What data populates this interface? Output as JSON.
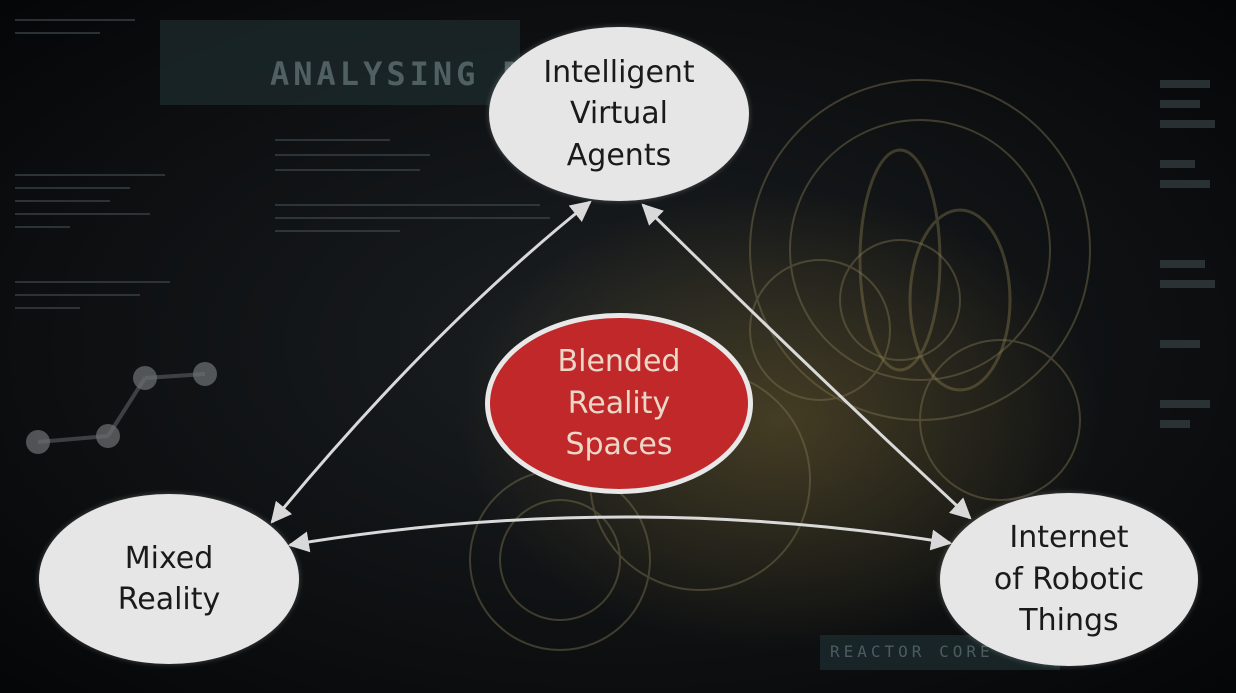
{
  "background": {
    "banner_text": "ANALYSING D",
    "panel_text": "REACTOR CORE",
    "base_color": "#0d0f12"
  },
  "diagram": {
    "nodes": {
      "top": {
        "label": "Intelligent\nVirtual\nAgents"
      },
      "center": {
        "label": "Blended\nReality\nSpaces"
      },
      "left": {
        "label": "Mixed\nReality"
      },
      "right": {
        "label": "Internet\nof Robotic\nThings"
      }
    },
    "edges": [
      {
        "from": "top",
        "to": "left",
        "style": "double-arrow"
      },
      {
        "from": "top",
        "to": "right",
        "style": "double-arrow"
      },
      {
        "from": "left",
        "to": "right",
        "style": "double-arrow"
      }
    ],
    "colors": {
      "node_fill": "#e6e6e6",
      "node_text": "#1a1a1a",
      "center_fill": "#c0282a",
      "center_text": "#ead7c8",
      "arrow": "#d9d9d9"
    }
  }
}
